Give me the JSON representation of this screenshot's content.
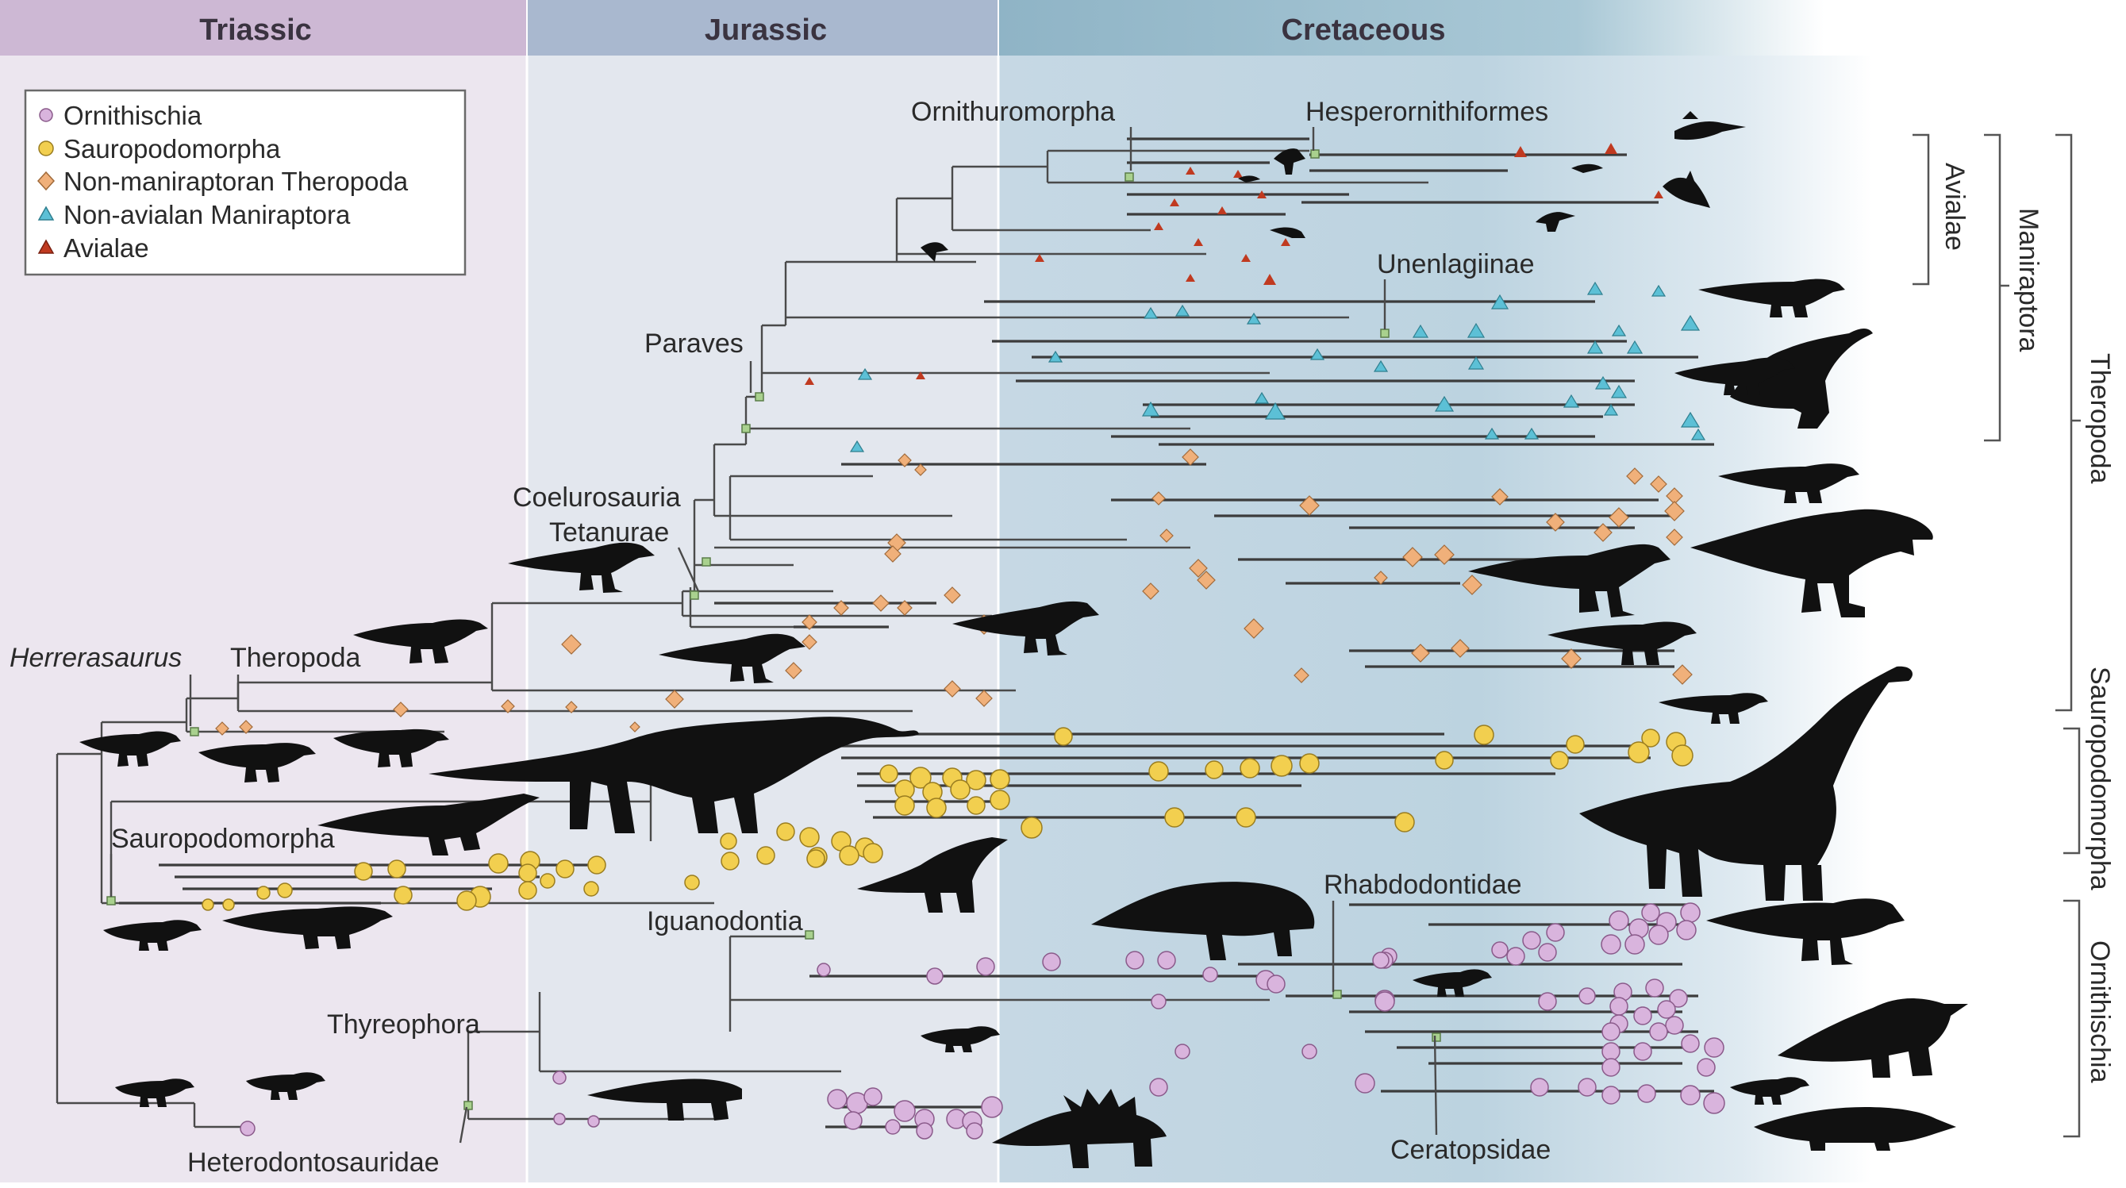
{
  "periods": [
    {
      "name": "Triassic",
      "color": "#cdb8d4"
    },
    {
      "name": "Jurassic",
      "color": "#a9b8cf"
    },
    {
      "name": "Cretaceous",
      "color": "#8fb4c6"
    }
  ],
  "legend": [
    {
      "label": "Ornithischia",
      "symbol": "circle",
      "color": "#d9b4dd"
    },
    {
      "label": "Sauropodomorpha",
      "symbol": "circle",
      "color": "#f2cf4f"
    },
    {
      "label": "Non-maniraptoran Theropoda",
      "symbol": "diamond",
      "color": "#f0b07a"
    },
    {
      "label": "Non-avialan Maniraptora",
      "symbol": "triangle",
      "color": "#5cc0d6"
    },
    {
      "label": "Avialae",
      "symbol": "triangle",
      "color": "#c03a20"
    }
  ],
  "clade_labels": {
    "ornithuromorpha": "Ornithuromorpha",
    "hesperornithiformes": "Hesperornithiformes",
    "unenlagiinae": "Unenlagiinae",
    "paraves": "Paraves",
    "coelurosauria": "Coelurosauria",
    "tetanurae": "Tetanurae",
    "herrerasaurus": "Herrerasaurus",
    "theropoda": "Theropoda",
    "sauropodomorpha": "Sauropodomorpha",
    "iguanodontia": "Iguanodontia",
    "rhabdodontidae": "Rhabdodontidae",
    "thyreophora": "Thyreophora",
    "heterodontosauridae": "Heterodontosauridae",
    "ceratopsidae": "Ceratopsidae"
  },
  "side_brackets": {
    "avialae": "Avialae",
    "maniraptora": "Maniraptora",
    "theropoda": "Theropoda",
    "sauropodomorpha": "Sauropodomorpha",
    "ornithischia": "Ornithischia"
  },
  "icons": [
    "dinosaur-silhouette",
    "bird-silhouette"
  ]
}
